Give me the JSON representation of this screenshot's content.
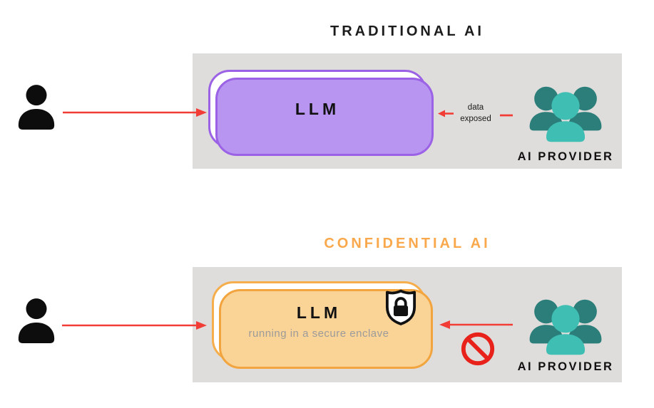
{
  "diagram": {
    "traditional": {
      "title": "TRADITIONAL AI",
      "llm_label": "LLM",
      "arrow_label": "data exposed",
      "provider_label": "AI PROVIDER"
    },
    "confidential": {
      "title": "CONFIDENTIAL AI",
      "llm_label": "LLM",
      "llm_sublabel": "running in a secure enclave",
      "provider_label": "AI PROVIDER"
    }
  },
  "icons": {
    "user": "black single-person silhouette",
    "ai_provider_group": "three-person group silhouette, teal",
    "shield_lock": "shield outline with black padlock",
    "prohibition": "red circle with diagonal slash",
    "arrow": "red arrow"
  },
  "colors": {
    "panel_gray": "#dedddb",
    "purple_border": "#9c62e6",
    "purple_shadow": "#b795f0",
    "orange_border": "#f6ad4b",
    "orange_shadow": "#fad396",
    "confidential_title": "#f9a94c",
    "teal_dark": "#2b7e79",
    "teal_light": "#3fbfb4",
    "arrow_red": "#f23d37",
    "prohibition_red": "#e8211a",
    "text_black": "#1c1c1c",
    "sublabel_gray": "#9b9b9b"
  }
}
